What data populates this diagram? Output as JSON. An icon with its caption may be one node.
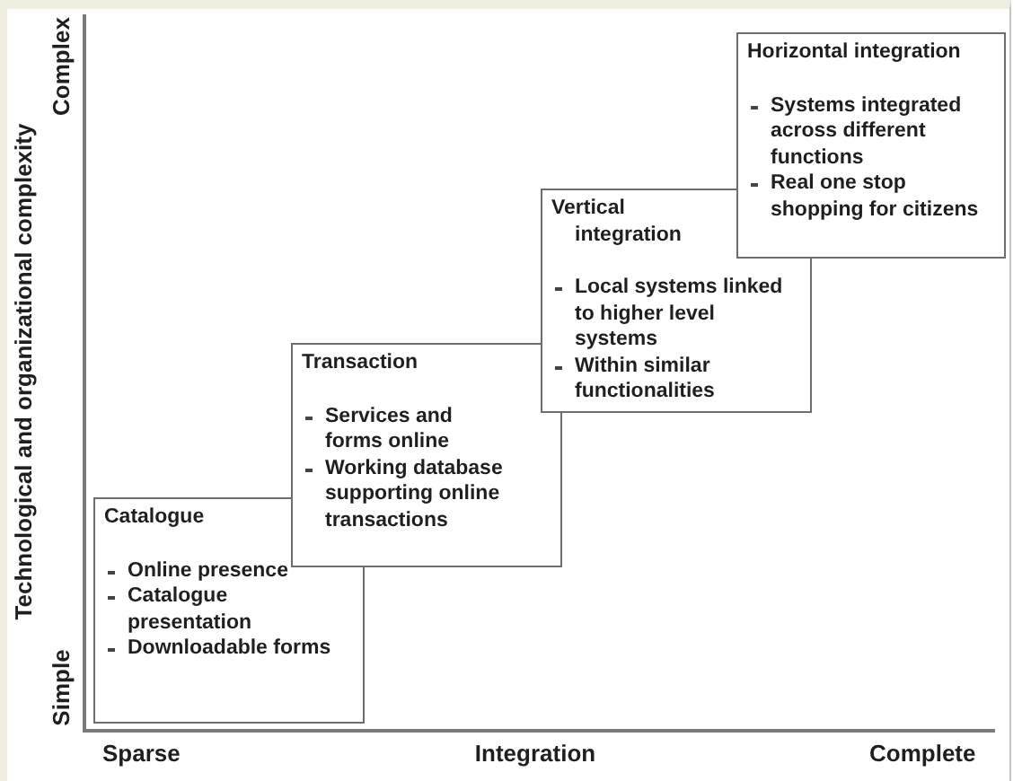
{
  "diagram": {
    "nodes": [
      {
        "text": [
          "Catalogue",
          "Online presence",
          "Catalogue presentation",
          "Downloadable forms"
        ]
      },
      {
        "text": [
          "Transaction",
          "Services and forms online",
          "Working database supporting online transactions"
        ]
      },
      {
        "text": [
          "Vertical integration",
          "Local systems linked to higher level systems",
          "Within similar functionalities"
        ]
      },
      {
        "text": [
          "Horizontal integration",
          "Systems integrated across different functions",
          "Real one stop shopping for citizens"
        ]
      }
    ],
    "labels": [
      "Complex",
      "Technological and organizational complexity",
      "Simple",
      "Sparse",
      "Integration",
      "Complete"
    ]
  }
}
